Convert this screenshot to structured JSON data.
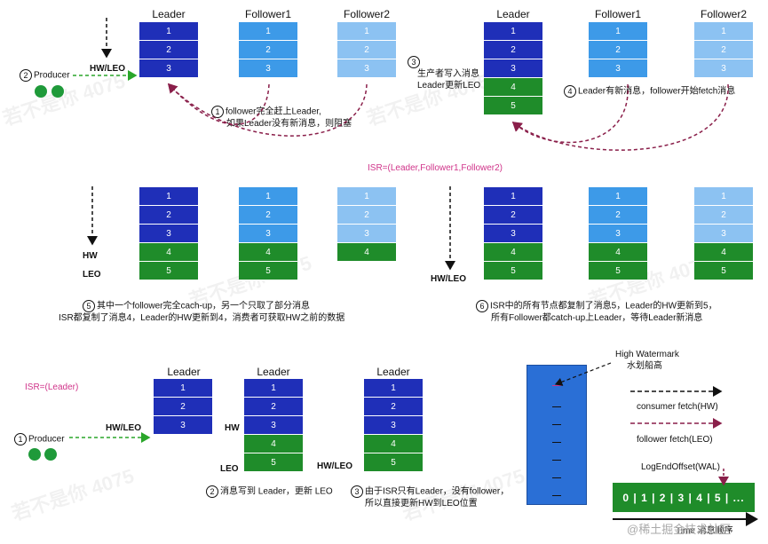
{
  "roles": {
    "leader": "Leader",
    "follower1": "Follower1",
    "follower2": "Follower2"
  },
  "labels": {
    "producer": "Producer",
    "hw_leo": "HW/LEO",
    "hw": "HW",
    "leo": "LEO",
    "isr_all": "ISR=(Leader,Follower1,Follower2)",
    "isr_leader": "ISR=(Leader)"
  },
  "steps": {
    "s1_num": "1",
    "s1_line1": "follower完全赶上Leader,",
    "s1_line2": "如果Leader没有新消息，则阻塞",
    "s2_num": "2",
    "s3_num": "3",
    "s3_line1": "生产者写入消息",
    "s3_line2": "Leader更新LEO",
    "s4_num": "4",
    "s4_line1": "Leader有新消息，follower开始fetch消息",
    "s5_num": "5",
    "s5_line1": "其中一个follower完全cach-up，另一个只取了部分消息",
    "s5_line2": "ISR都复制了消息4，Leader的HW更新到4，消费者可获取HW之前的数据",
    "s6_num": "6",
    "s6_line1": "ISR中的所有节点都复制了消息5，Leader的HW更新到5，",
    "s6_line2": "所有Follower都catch-up上Leader，等待Leader新消息",
    "b1_num": "1",
    "b2_num": "2",
    "b2_line1": "消息写到 Leader，更新 LEO",
    "b3_num": "3",
    "b3_line1": "由于ISR只有Leader，没有follower，",
    "b3_line2": "所以直接更新HW到LEO位置"
  },
  "cells": {
    "c1": "1",
    "c2": "2",
    "c3": "3",
    "c4": "4",
    "c5": "5"
  },
  "legend": {
    "high_watermark": "High Watermark",
    "hw_cn": "水划船高",
    "consumer_fetch": "consumer fetch(HW)",
    "follower_fetch": "follower fetch(LEO)",
    "log_end_offset": "LogEndOffset(WAL)",
    "offsets": "0 | 1 | 2 | 3 | 4 | 5 | ...",
    "time_axis": "Time 消息顺序"
  },
  "watermark": {
    "site": "@稀土掘金技术社区",
    "faint": "若不是你 4075"
  },
  "colors": {
    "dark_blue": "#1f2fb8",
    "mid_blue": "#3d9ae8",
    "light_blue": "#8cc2f2",
    "green": "#1f8c2a",
    "pink": "#d0348a",
    "dot_green": "#1f9a3a"
  }
}
